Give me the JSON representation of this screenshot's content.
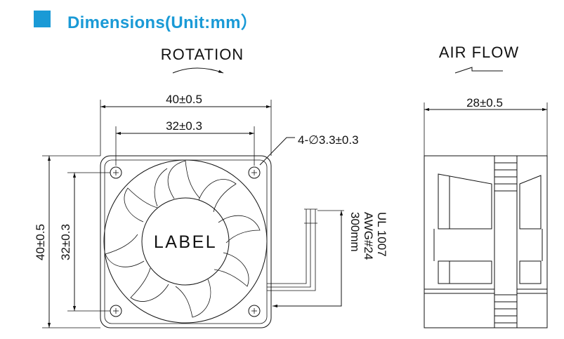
{
  "header": {
    "title": "Dimensions(Unit:mm）",
    "accent_color": "#1a9ad6"
  },
  "front_view": {
    "rotation_label": "ROTATION",
    "dim_overall_width": "40±0.5",
    "dim_hole_width": "32±0.3",
    "hole_callout": "4-∅3.3±0.3",
    "label_text": "LABEL",
    "dim_overall_height": "40±0.5",
    "dim_hole_height": "32±0.3",
    "cable_spec": [
      "UL 1007",
      "AWG#24",
      "300mm"
    ]
  },
  "side_view": {
    "airflow_label": "AIR FLOW",
    "dim_depth": "28±0.5"
  }
}
